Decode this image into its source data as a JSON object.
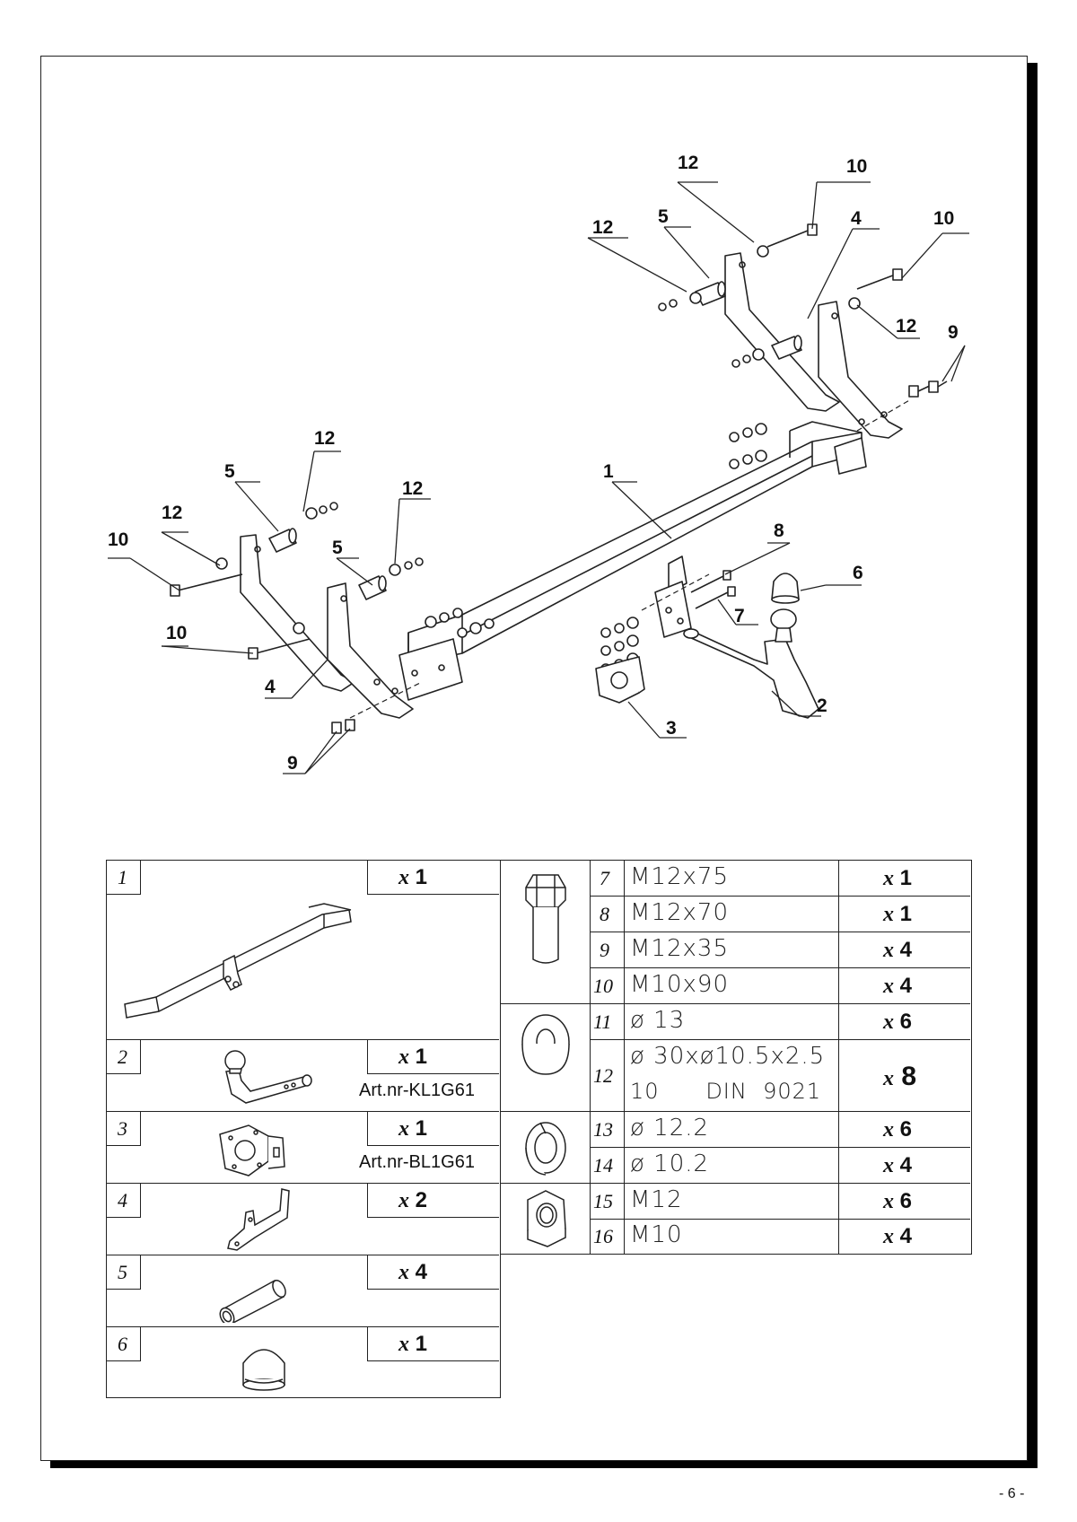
{
  "callouts": {
    "c12a": "12",
    "c10a": "10",
    "c5a": "5",
    "c4a": "4",
    "c12b": "12",
    "c10b": "10",
    "c12c": "12",
    "c9a": "9",
    "c12d": "12",
    "c1": "1",
    "c5b": "5",
    "c12e": "12",
    "c12f": "12",
    "c10c": "10",
    "c5c": "5",
    "c8": "8",
    "c6": "6",
    "c10d": "10",
    "c7": "7",
    "c4b": "4",
    "c2": "2",
    "c3": "3",
    "c9b": "9"
  },
  "left_parts": [
    {
      "num": "1",
      "qty_prefix": "x",
      "qty": "1",
      "art": ""
    },
    {
      "num": "2",
      "qty_prefix": "x",
      "qty": "1",
      "art": "Art.nr-KL1G61"
    },
    {
      "num": "3",
      "qty_prefix": "x",
      "qty": "1",
      "art": "Art.nr-BL1G61"
    },
    {
      "num": "4",
      "qty_prefix": "x",
      "qty": "2",
      "art": ""
    },
    {
      "num": "5",
      "qty_prefix": "x",
      "qty": "4",
      "art": ""
    },
    {
      "num": "6",
      "qty_prefix": "x",
      "qty": "1",
      "art": ""
    }
  ],
  "right_parts": [
    {
      "num": "7",
      "spec": "M12x75",
      "qty_prefix": "x",
      "qty": "1"
    },
    {
      "num": "8",
      "spec": "M12x70",
      "qty_prefix": "x",
      "qty": "1"
    },
    {
      "num": "9",
      "spec": "M12x35",
      "qty_prefix": "x",
      "qty": "4"
    },
    {
      "num": "10",
      "spec": "M10x90",
      "qty_prefix": "x",
      "qty": "4"
    },
    {
      "num": "11",
      "spec": "ø 13",
      "qty_prefix": "x",
      "qty": "6"
    },
    {
      "num": "12",
      "spec": "ø 30xø10.5x2.5",
      "spec2": "10      DIN  9021",
      "qty_prefix": "x",
      "qty": "8"
    },
    {
      "num": "13",
      "spec": "ø 12.2",
      "qty_prefix": "x",
      "qty": "6"
    },
    {
      "num": "14",
      "spec": "ø 10.2",
      "qty_prefix": "x",
      "qty": "4"
    },
    {
      "num": "15",
      "spec": "M12",
      "qty_prefix": "x",
      "qty": "6"
    },
    {
      "num": "16",
      "spec": "M10",
      "qty_prefix": "x",
      "qty": "4"
    }
  ],
  "icons": {
    "drawing": "towbar-exploded-assembly",
    "p1": "towbar-crossbar",
    "p2": "towball-neck",
    "p3": "socket-plate",
    "p4": "mounting-bracket",
    "p5": "spacer-tube",
    "p6": "ball-cap",
    "bolt": "hex-bolt",
    "washer": "flat-washer",
    "spring": "spring-washer",
    "nut": "hex-nut"
  },
  "page": {
    "number": "- 6 -"
  }
}
